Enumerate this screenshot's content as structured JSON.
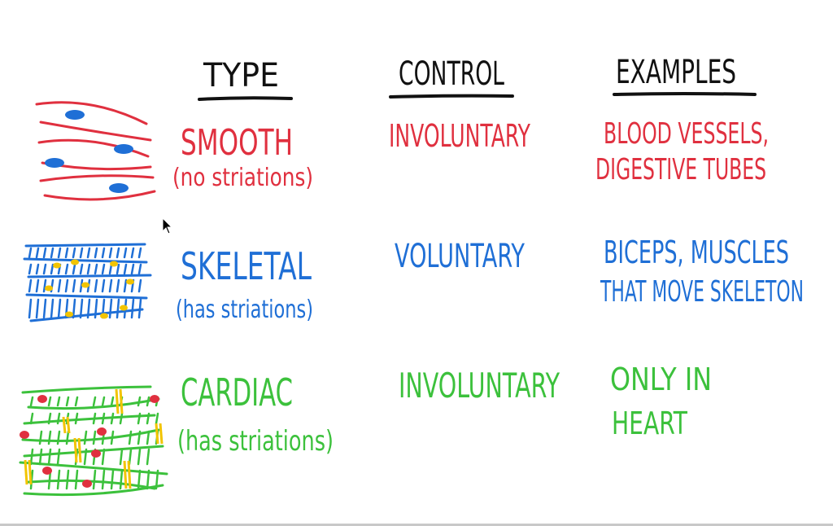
{
  "headers": {
    "type": "TYPE",
    "control": "CONTROL",
    "examples": "EXAMPLES"
  },
  "rows": [
    {
      "type": "SMOOTH",
      "note": "(no striations)",
      "control": "INVOLUNTARY",
      "examples": [
        "BLOOD VESSELS,",
        "DIGESTIVE TUBES"
      ],
      "color": "#e0303f",
      "illustration": "smooth-muscle-sketch"
    },
    {
      "type": "SKELETAL",
      "note": "(has striations)",
      "control": "VOLUNTARY",
      "examples": [
        "BICEPS, MUSCLES",
        "THAT MOVE SKELETON"
      ],
      "color": "#1f6fd6",
      "illustration": "skeletal-muscle-sketch"
    },
    {
      "type": "CARDIAC",
      "note": "(has striations)",
      "control": "INVOLUNTARY",
      "examples": [
        "ONLY IN",
        "HEART"
      ],
      "color": "#3cc13c",
      "illustration": "cardiac-muscle-sketch"
    }
  ],
  "colors": {
    "ink": "#111111",
    "nucleus_blue": "#1f6fd6",
    "disc_yellow": "#f2c400",
    "nucleus_red": "#e0303f"
  }
}
